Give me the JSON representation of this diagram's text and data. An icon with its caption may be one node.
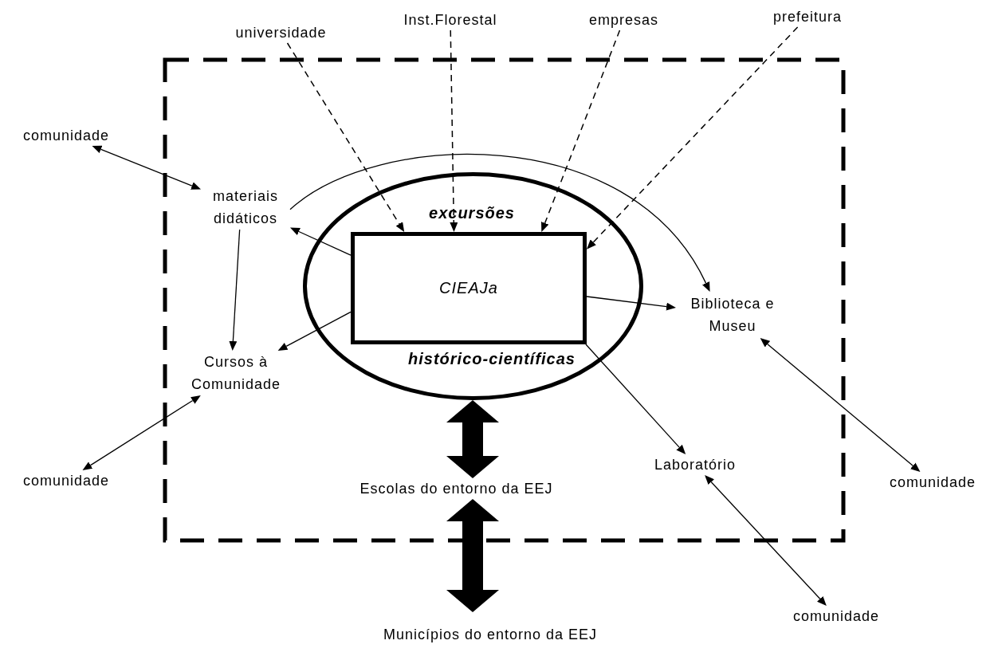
{
  "diagram": {
    "nodes": [
      {
        "text": [
          "excursões",
          "histórico-científicas"
        ]
      },
      {
        "text": [
          "CIEAJa"
        ],
        "in": 0
      },
      {
        "text": [
          "universidade"
        ]
      },
      {
        "text": [
          "Inst.Florestal"
        ]
      },
      {
        "text": [
          "empresas"
        ]
      },
      {
        "text": [
          "prefeitura"
        ]
      },
      {
        "text": [
          "comunidade"
        ]
      },
      {
        "text": [
          "materiais didáticos"
        ]
      },
      {
        "text": [
          "Cursos à Comunidade"
        ]
      },
      {
        "text": [
          "comunidade"
        ]
      },
      {
        "text": [
          "Biblioteca e Museu"
        ]
      },
      {
        "text": [
          "Laboratório"
        ]
      },
      {
        "text": [
          "comunidade"
        ]
      },
      {
        "text": [
          "comunidade"
        ]
      },
      {
        "text": [
          "Escolas do entorno da EEJ"
        ]
      },
      {
        "text": [
          "Municípios do entorno da EEJ"
        ]
      }
    ],
    "edges": [
      {
        "from": 2,
        "to": 1,
        "arrow": "to",
        "style": "dashed"
      },
      {
        "from": 3,
        "to": 1,
        "arrow": "to",
        "style": "dashed"
      },
      {
        "from": 4,
        "to": 1,
        "arrow": "to",
        "style": "dashed"
      },
      {
        "from": 5,
        "to": 1,
        "arrow": "to",
        "style": "dashed"
      },
      {
        "from": 1,
        "to": 7,
        "arrow": "to"
      },
      {
        "from": 1,
        "to": 8,
        "arrow": "to"
      },
      {
        "from": 1,
        "to": 10,
        "arrow": "to"
      },
      {
        "from": 1,
        "to": 11,
        "arrow": "to"
      },
      {
        "from": 7,
        "to": 8,
        "arrow": "to"
      },
      {
        "from": 6,
        "to": 7,
        "arrow": "both"
      },
      {
        "from": 9,
        "to": 8,
        "arrow": "both"
      },
      {
        "from": 10,
        "to": 12,
        "arrow": "both"
      },
      {
        "from": 11,
        "to": 13,
        "arrow": "both"
      },
      {
        "from": 7,
        "to": 10,
        "arrow": "to"
      },
      {
        "from": 0,
        "to": 14,
        "arrow": "both",
        "style": "thick"
      },
      {
        "from": 14,
        "to": 15,
        "arrow": "both",
        "style": "thick"
      }
    ]
  }
}
